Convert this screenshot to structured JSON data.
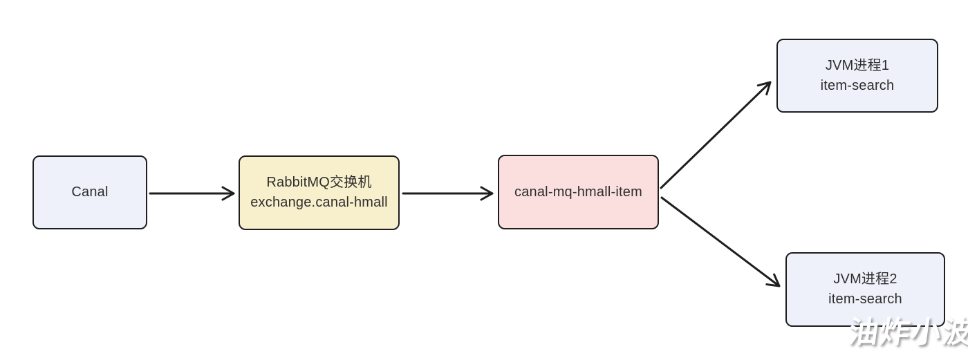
{
  "palette": {
    "stroke": "#1e1e1e",
    "text": "#2e2e2e",
    "node_blue": "#eef1f9",
    "node_yellow": "#f8efcd",
    "node_pink": "#fbdfdf",
    "watermark_color": "#ffffff"
  },
  "nodes": {
    "canal": {
      "line1": "Canal"
    },
    "exchange": {
      "line1": "RabbitMQ交换机",
      "line2": "exchange.canal-hmall"
    },
    "queue": {
      "line1": "canal-mq-hmall-item"
    },
    "jvm1": {
      "line1": "JVM进程1",
      "line2": "item-search"
    },
    "jvm2": {
      "line1": "JVM进程2",
      "line2": "item-search"
    }
  },
  "watermark": {
    "text": "油炸小波"
  }
}
